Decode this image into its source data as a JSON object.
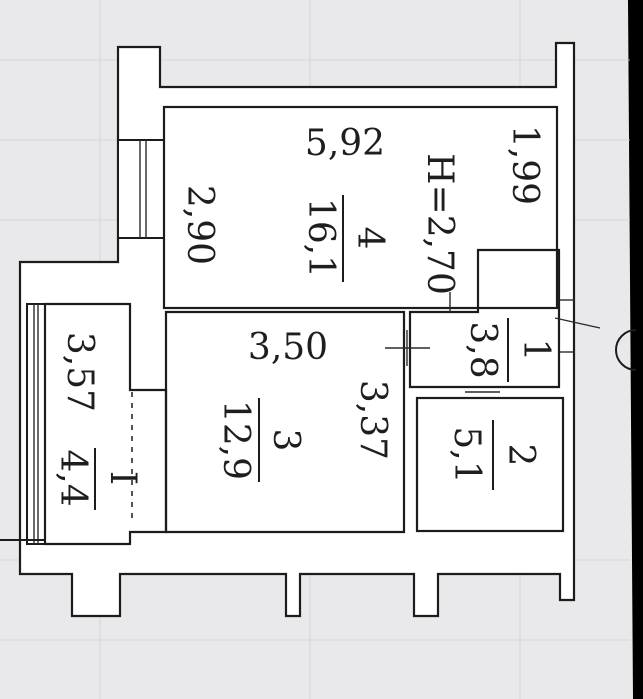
{
  "plan": {
    "ceiling_height": "H=2,70",
    "rooms": [
      {
        "number": "4",
        "area": "16,1",
        "dim_a": "5,92",
        "dim_b": "2,90",
        "dim_c": "1,99"
      },
      {
        "number": "3",
        "area": "12,9",
        "dim_a": "3,50",
        "dim_b": "3,37"
      },
      {
        "number": "1",
        "area": "3,8"
      },
      {
        "number": "2",
        "area": "5,1"
      },
      {
        "number": "I",
        "area": "4,4",
        "dim_a": "3,57"
      }
    ]
  }
}
